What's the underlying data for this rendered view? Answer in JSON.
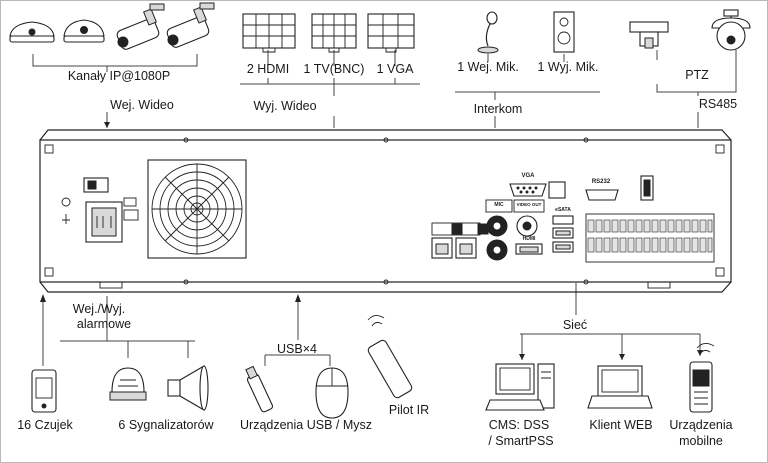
{
  "labels": {
    "ip_channels": "Kanały IP@1080P",
    "video_in": "Wej. Wideo",
    "hdmi": "2 HDMI",
    "tv_bnc": "1 TV(BNC)",
    "vga": "1 VGA",
    "video_out": "Wyj. Wideo",
    "mic_in": "1 Wej. Mik.",
    "mic_out": "1 Wyj. Mik.",
    "intercom": "Interkom",
    "ptz": "PTZ",
    "rs485": "RS485",
    "alarm_io_line1": "Wej./Wyj.",
    "alarm_io_line2": "alarmowe",
    "usb_count": "USB×4",
    "network": "Sieć",
    "sensors": "16 Czujek",
    "sirens": "6 Sygnalizatorów",
    "usb_devices": "Urządzenia USB / Mysz",
    "ir_remote": "Pilot IR",
    "cms_line1": "CMS: DSS",
    "cms_line2": "/ SmartPSS",
    "web_client": "Klient WEB",
    "mobile_line1": "Urządzenia",
    "mobile_line2": "mobilne"
  },
  "panel_text": {
    "vga_port": "VGA",
    "rs232_port": "RS232",
    "esata_port": "eSATA",
    "video_out_port": "VIDEO OUT",
    "mic_port": "MIC",
    "hdmi_port": "HDMI"
  },
  "colors": {
    "line": "#222222",
    "panel_fill": "#ffffff",
    "background": "#ffffff"
  }
}
